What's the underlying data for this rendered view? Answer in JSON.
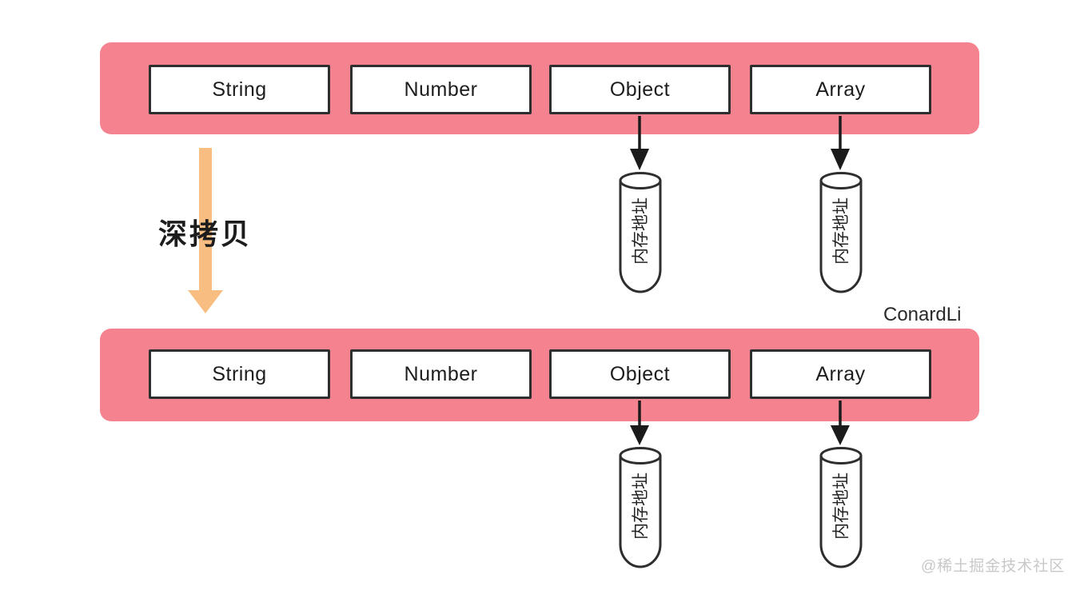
{
  "memory": {
    "label": "内存地址"
  },
  "transform": {
    "label": "深拷贝"
  },
  "author": {
    "label": "ConardLi"
  },
  "watermark": {
    "label": "@稀土掘金技术社区"
  },
  "source_row": {
    "boxes": [
      {
        "label": "String"
      },
      {
        "label": "Number"
      },
      {
        "label": "Object"
      },
      {
        "label": "Array"
      }
    ]
  },
  "copy_row": {
    "boxes": [
      {
        "label": "String"
      },
      {
        "label": "Number"
      },
      {
        "label": "Object"
      },
      {
        "label": "Array"
      }
    ]
  },
  "colors": {
    "background": "#ffffff",
    "bar": "#f5838f",
    "box_bg": "#ffffff",
    "box_border": "#2f2e2e",
    "text": "#1d1d1f",
    "arrow": "#1b1b1b",
    "deep_copy_arrow": "#f8bd81",
    "watermark": "#c8c8c8"
  }
}
